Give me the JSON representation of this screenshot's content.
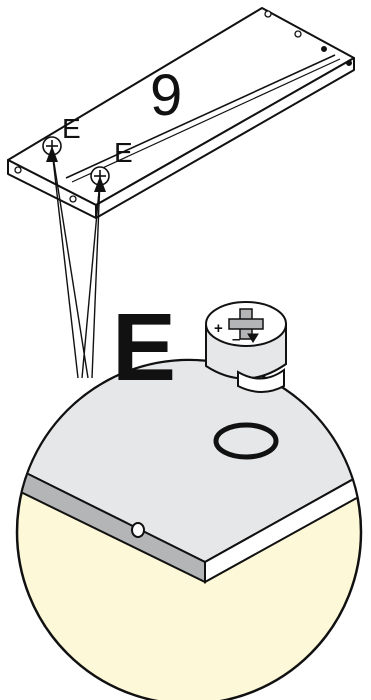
{
  "panel": {
    "part_number": "9",
    "screw_label_1": "E",
    "screw_label_2": "E"
  },
  "hardware": {
    "label": "E",
    "plus_sign": "+",
    "minus_sign": "–"
  },
  "colors": {
    "panel_top": "#ffffff",
    "detail_top": "#e6e7e8",
    "detail_edge": "#b4b5b7",
    "background_circle": "#fdf8d8",
    "stroke": "#111111"
  },
  "icons": {
    "screw": "screw-head-icon",
    "cam_lock": "cam-lock-icon",
    "hole": "hole-circle-icon"
  }
}
